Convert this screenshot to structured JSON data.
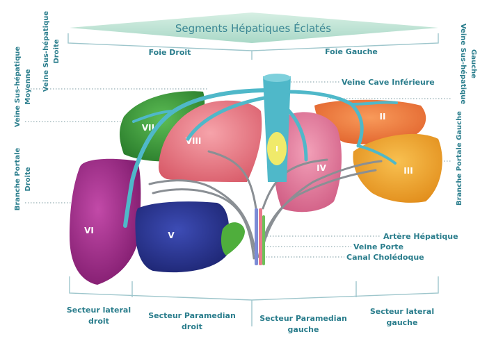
{
  "title": "Segments Hépatiques Éclatés",
  "top_labels": {
    "left": "Foie Droit",
    "right": "Foie Gauche"
  },
  "side_labels": {
    "veine_sus_hepatique_moyenne": [
      "Veine Sus-hépatique",
      "Moyenne"
    ],
    "veine_sus_hepatique_droite": [
      "Veine Sus-hépatique",
      "Droite"
    ],
    "branche_portale_droite": [
      "Branche Portale",
      "Droite"
    ],
    "veine_sus_hepatique_gauche": [
      "Veine Sus-hépatique",
      "Gauche"
    ],
    "branche_portale_gauche": "Branche Portale Gauche"
  },
  "callouts": {
    "veine_cave": "Veine Cave Inférieure",
    "artere": "Artère Hépatique",
    "veine_porte": "Veine Porte",
    "canal": "Canal Cholédoque"
  },
  "segments": {
    "I": "I",
    "II": "II",
    "III": "III",
    "IV": "IV",
    "V": "V",
    "VI": "VI",
    "VII": "VII",
    "VIII": "VIII"
  },
  "bottom_labels": {
    "lateral_droit": [
      "Secteur lateral",
      "droit"
    ],
    "paramedian_droit": [
      "Secteur Paramedian",
      "droit"
    ],
    "paramedian_gauche": [
      "Secteur Paramedian",
      "gauche"
    ],
    "lateral_gauche": [
      "Secteur lateral",
      "gauche"
    ]
  },
  "colors": {
    "seg_VI": "#a8248e",
    "seg_V": "#2a3596",
    "seg_VII": "#3e9a3a",
    "seg_VIII": "#ec7c86",
    "seg_IV": "#e4799a",
    "seg_I": "#f0ea6a",
    "seg_II": "#f07838",
    "seg_III": "#f2a52a",
    "vessel": "#4fb8c9",
    "title_band": "#bfe3d3"
  }
}
